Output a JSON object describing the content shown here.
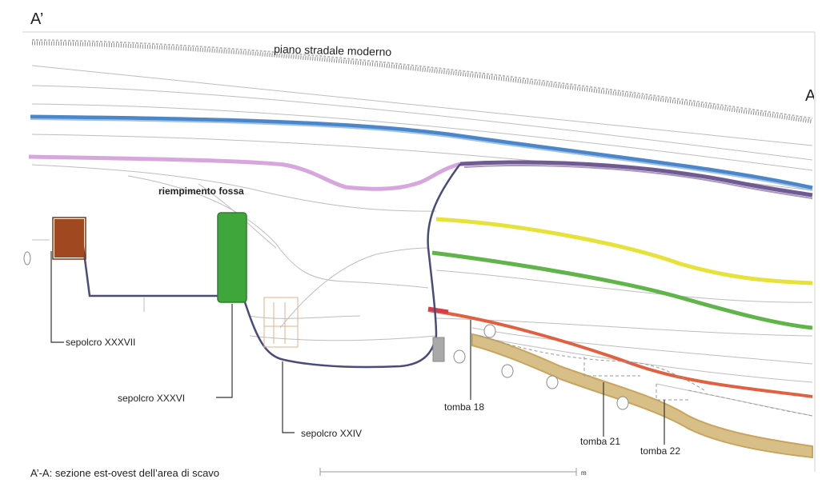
{
  "section": {
    "left_end": "A’",
    "right_end": "A",
    "caption": "A’-A:  sezione est-ovest dell’area di scavo"
  },
  "layers": {
    "modern_road_surface": "piano stradale moderno",
    "pit_fill": "riempimento fossa"
  },
  "features": [
    {
      "id": "sepolcro-xxxvii",
      "label": "sepolcro XXXVII"
    },
    {
      "id": "sepolcro-xxxvi",
      "label": "sepolcro XXXVI"
    },
    {
      "id": "sepolcro-xxiv",
      "label": "sepolcro XXIV"
    },
    {
      "id": "tomba-18",
      "label": "tomba 18"
    },
    {
      "id": "tomba-21",
      "label": "tomba 21"
    },
    {
      "id": "tomba-22",
      "label": "tomba 22"
    }
  ],
  "scale_bar": {
    "unit": "m"
  },
  "colors": {
    "blue_layer": "#4a86c8",
    "pink_layer": "#d7a6dc",
    "purple_layer": "#6f5b92",
    "yellow_layer": "#e6e23a",
    "green_layer": "#5fb54a",
    "red_layer": "#e06040",
    "ochre_layer": "#c9a45c",
    "sepolcro_xxxvii_fill": "#a0481f",
    "sepolcro_xxxvi_fill": "#3ea63a",
    "cut_outline": "#4a4b7a"
  }
}
